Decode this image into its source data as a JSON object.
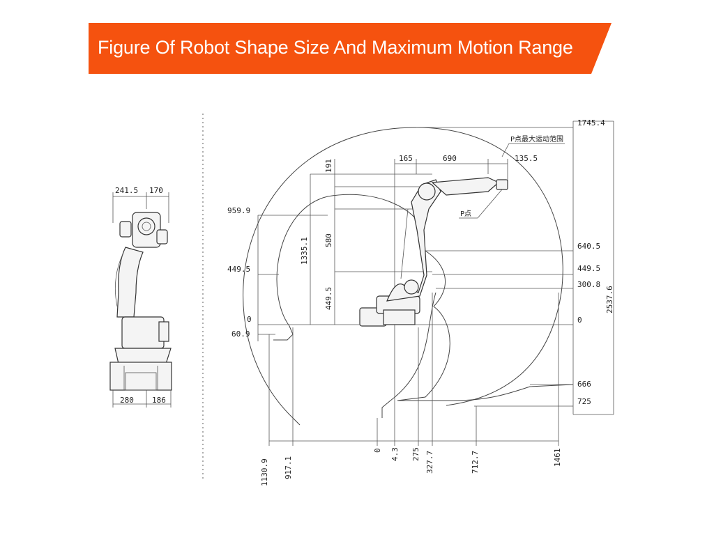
{
  "banner": {
    "title": "Figure Of Robot Shape Size And Maximum Motion Range",
    "color": "#f5520f"
  },
  "side_view": {
    "top_dims": [
      "241.5",
      "170"
    ],
    "bottom_dims": [
      "280",
      "186"
    ]
  },
  "main_view": {
    "p_point_label": "P点最大运动范围",
    "p_label": "P点",
    "top_dims": [
      "165",
      "690",
      "135.5"
    ],
    "left_dims": [
      "959.9",
      "449.5",
      "0",
      "60.9"
    ],
    "vertical_dims": [
      "191",
      "1335.1",
      "580",
      "449.5"
    ],
    "right_dims": [
      "1745.4",
      "640.5",
      "449.5",
      "300.8",
      "0",
      "666",
      "725"
    ],
    "total_height": "2537.6",
    "bottom_dims": [
      "1130.9",
      "917.1",
      "0",
      "4.3",
      "275",
      "327.7",
      "712.7",
      "1461"
    ]
  }
}
